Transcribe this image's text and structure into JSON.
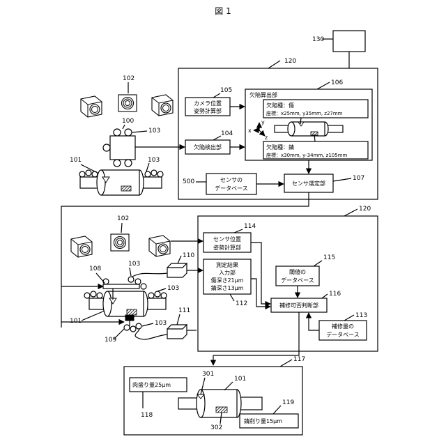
{
  "figure_title": "図 1",
  "refs": {
    "r130": "130",
    "r120a": "120",
    "r102a": "102",
    "r105": "105",
    "r106": "106",
    "r100": "100",
    "r103a": "103",
    "r104": "104",
    "r101a": "101",
    "r103b": "103",
    "r500": "500",
    "r107": "107",
    "r120b": "120",
    "r102b": "102",
    "r114": "114",
    "r110": "110",
    "r115": "115",
    "r108": "108",
    "r103c": "103",
    "r103d": "103",
    "r116": "116",
    "r112": "112",
    "r111": "111",
    "r113": "113",
    "r101b": "101",
    "r103e": "103",
    "r109": "109",
    "r117": "117",
    "r301": "301",
    "r101c": "101",
    "r119": "119",
    "r118": "118",
    "r302": "302"
  },
  "blocks": {
    "camera_pose": [
      "カメラ位置",
      "姿勢計算部"
    ],
    "defect_detect": "欠陥検出部",
    "defect_calc": "欠陥算出部",
    "defect1": [
      "欠陥種：傷",
      "座標：x25mm, y35mm, z27mm"
    ],
    "defect2": [
      "欠陥種：錆",
      "座標：x30mm, y-34mm, z105mm"
    ],
    "axes": {
      "x": "x",
      "y": "y",
      "z": "z"
    },
    "sensor_db": [
      "センサの",
      "データベース"
    ],
    "sensor_select": "センサ選定部",
    "sensor_pose": [
      "センサ位置",
      "姿勢計算部"
    ],
    "measure_input": [
      "測定結果",
      "入力部",
      "傷深さ21μm",
      "錆深さ13μm"
    ],
    "threshold_db": [
      "閾値の",
      "データベース"
    ],
    "repair_judge": "補修可否判断部",
    "repair_db": [
      "補修量の",
      "データベース"
    ],
    "meat_amount": "肉盛り量25μm",
    "rust_amount": "錆削り量15μm"
  }
}
